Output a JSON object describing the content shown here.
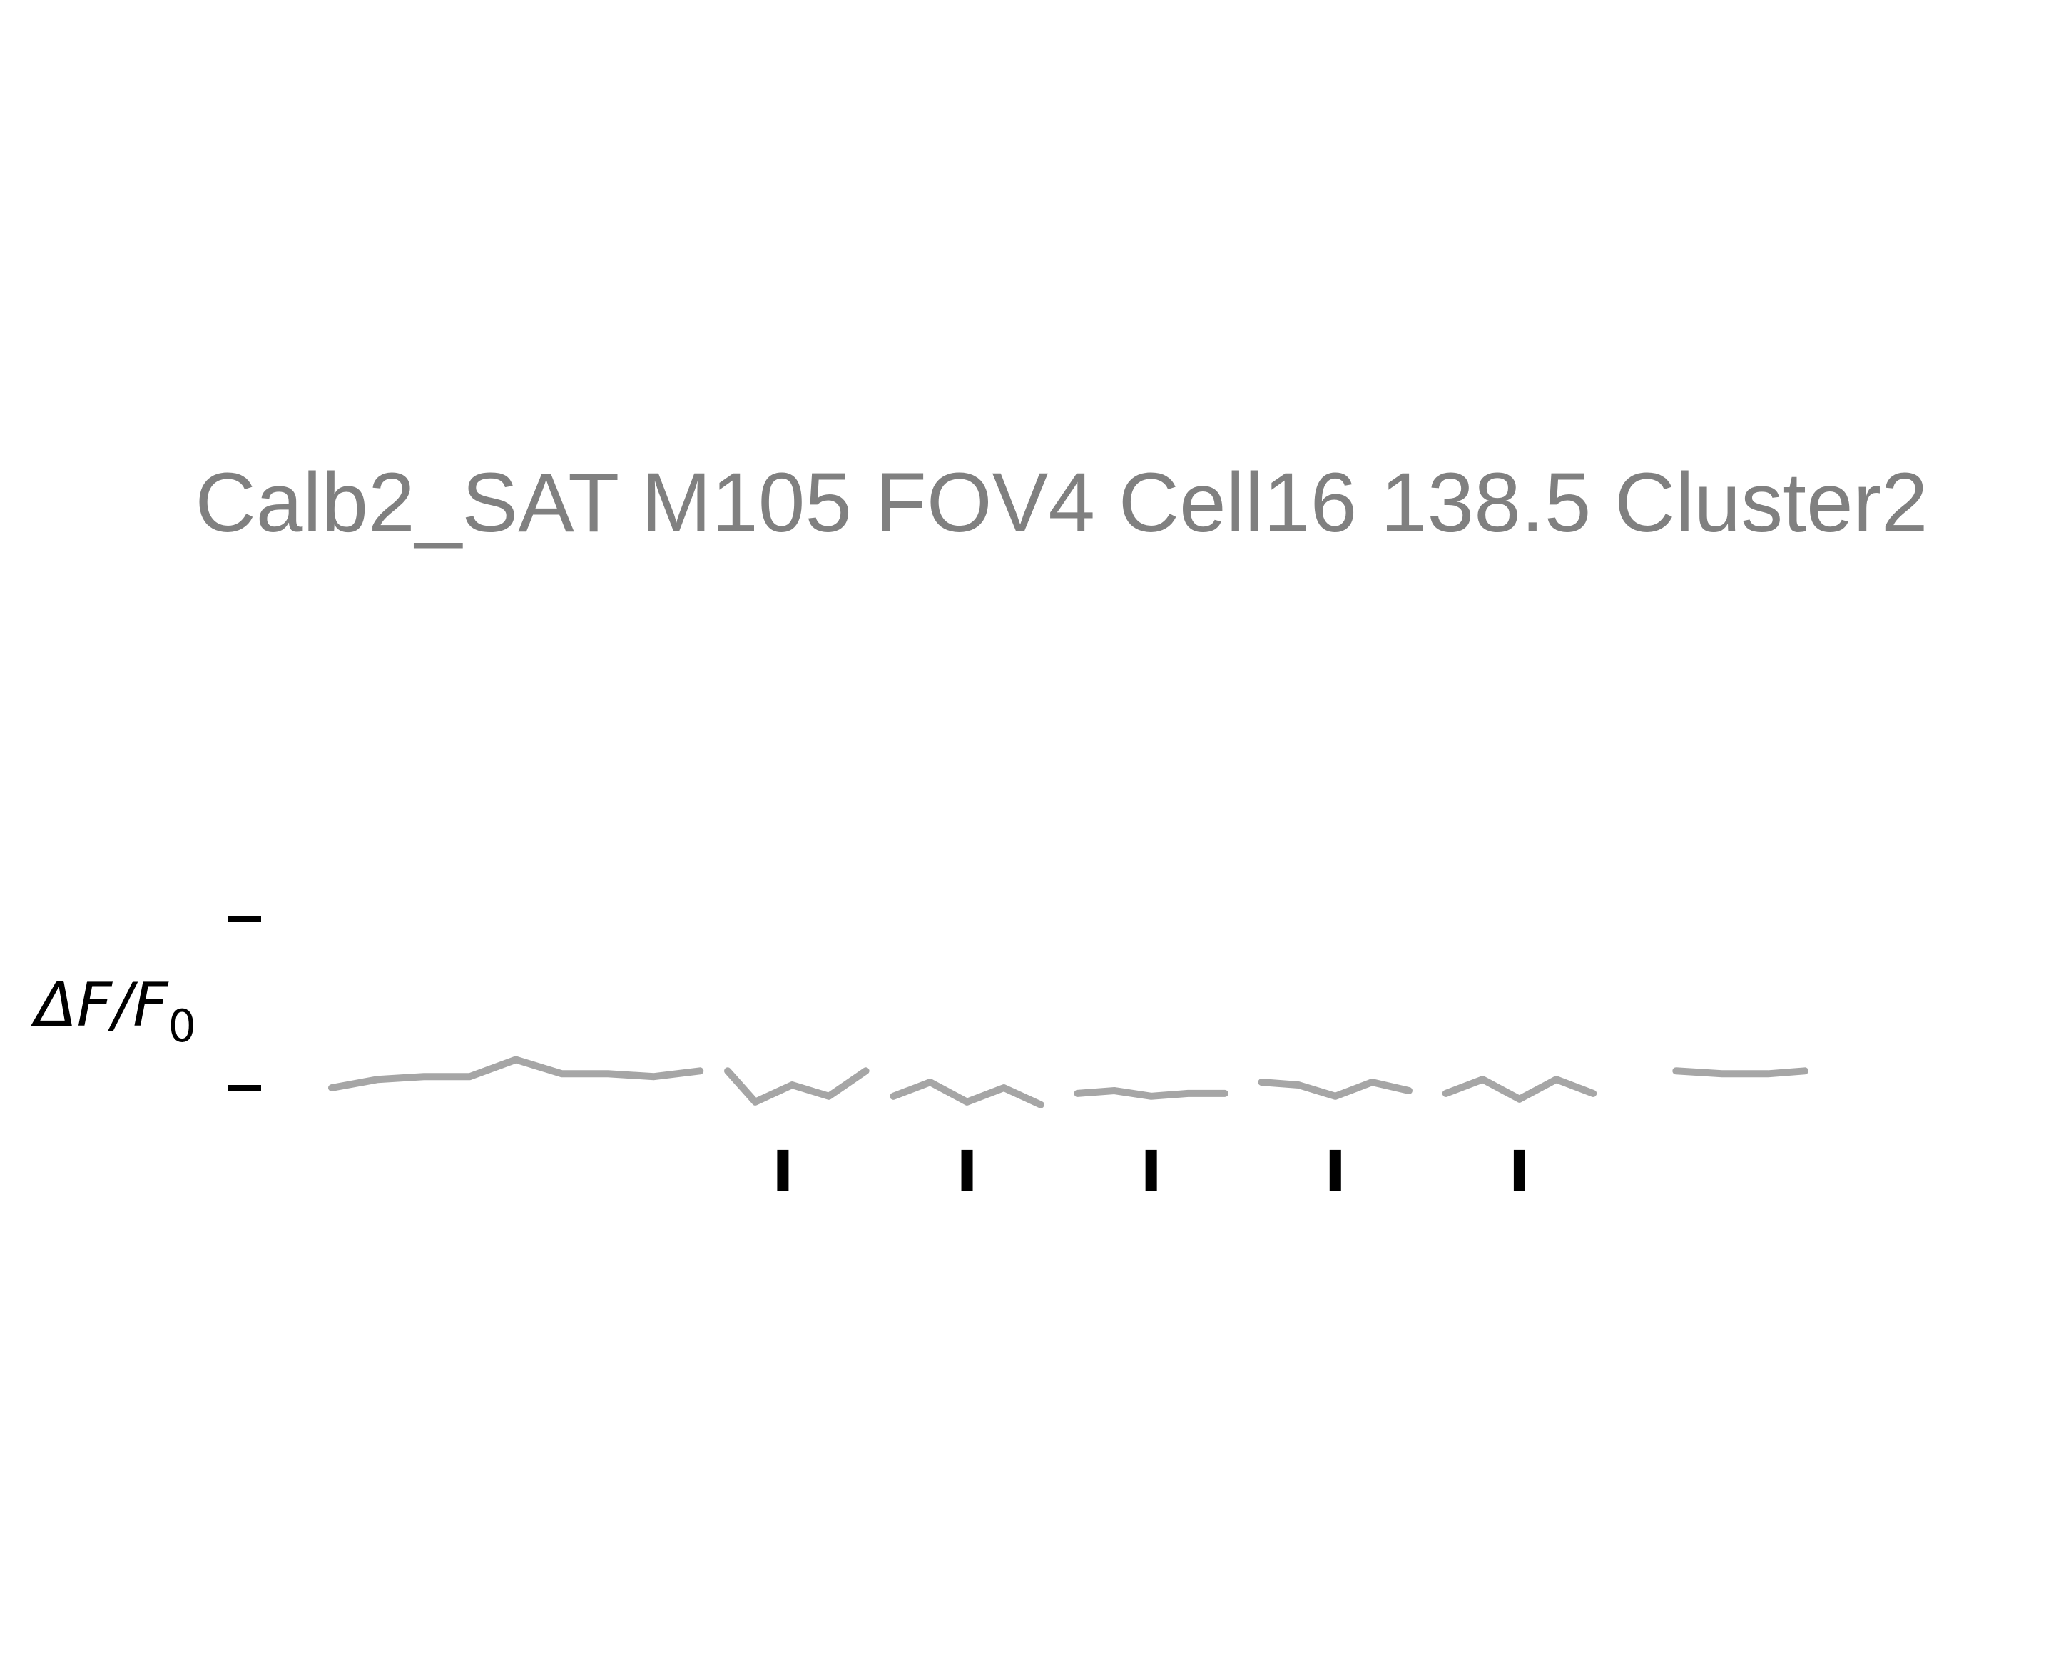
{
  "chart_data": {
    "type": "line",
    "title": "Calb2_SAT M105 FOV4 Cell16 138.5 Cluster2",
    "scale_bar": {
      "label_main": "ΔF/F",
      "label_sub": "0"
    },
    "colors": {
      "trace": "#a6a6a6",
      "title": "#808080",
      "marker": "#000000",
      "scale_bar": "#000000"
    },
    "xlim": [
      0,
      8
    ],
    "ylim": [
      -1,
      1
    ],
    "series": [
      {
        "x": [
          0.0,
          0.25,
          0.5,
          0.75,
          1.0,
          1.25,
          1.5,
          1.75,
          2.0
        ],
        "y": [
          0.0,
          0.03,
          0.04,
          0.04,
          0.1,
          0.05,
          0.05,
          0.04,
          0.06
        ]
      },
      {
        "x": [
          2.15,
          2.3,
          2.5,
          2.7,
          2.9
        ],
        "y": [
          0.06,
          -0.05,
          0.01,
          -0.03,
          0.06
        ]
      },
      {
        "x": [
          3.05,
          3.25,
          3.45,
          3.65,
          3.85
        ],
        "y": [
          -0.03,
          0.02,
          -0.05,
          0.0,
          -0.06
        ]
      },
      {
        "x": [
          4.05,
          4.25,
          4.45,
          4.65,
          4.85
        ],
        "y": [
          -0.02,
          -0.01,
          -0.03,
          -0.02,
          -0.02
        ]
      },
      {
        "x": [
          5.05,
          5.25,
          5.45,
          5.65,
          5.85
        ],
        "y": [
          0.02,
          0.01,
          -0.03,
          0.02,
          -0.01
        ]
      },
      {
        "x": [
          6.05,
          6.25,
          6.45,
          6.65,
          6.85
        ],
        "y": [
          -0.02,
          0.03,
          -0.04,
          0.03,
          -0.02
        ]
      },
      {
        "x": [
          7.3,
          7.55,
          7.8,
          8.0
        ],
        "y": [
          0.06,
          0.05,
          0.05,
          0.06
        ]
      }
    ],
    "markers": {
      "x": [
        2.45,
        3.45,
        4.45,
        5.45,
        6.45
      ]
    }
  }
}
